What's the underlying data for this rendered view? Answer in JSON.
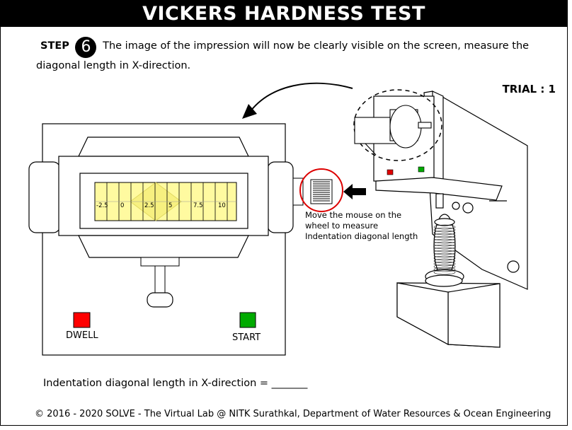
{
  "header": {
    "title": "VICKERS HARDNESS TEST"
  },
  "step": {
    "label": "STEP",
    "number": "6",
    "text": "The image of the impression will now be clearly visible on the screen, measure the diagonal length in X-direction."
  },
  "trial": {
    "label": "TRIAL : 1"
  },
  "screen_scale": {
    "ticks": [
      "-2.5",
      "0",
      "2.5",
      "5",
      "7.5",
      "10"
    ]
  },
  "wheel_hint": {
    "lines": [
      "Move the mouse on the",
      "wheel to measure",
      "Indentation diagonal length"
    ]
  },
  "buttons": {
    "dwell": {
      "label": "DWELL",
      "color": "#ff0000"
    },
    "start": {
      "label": "START",
      "color": "#00aa00"
    }
  },
  "measurement": {
    "label": "Indentation diagonal length in X-direction =",
    "value": "_______"
  },
  "footer": {
    "text": "© 2016 - 2020 SOLVE - The Virtual Lab @ NITK Surathkal, Department of Water Resources & Ocean Engineering"
  },
  "colors": {
    "screen_fill": "#fffaa0",
    "indent_fill": "#f7f080",
    "highlight_circle": "#dd0000"
  }
}
